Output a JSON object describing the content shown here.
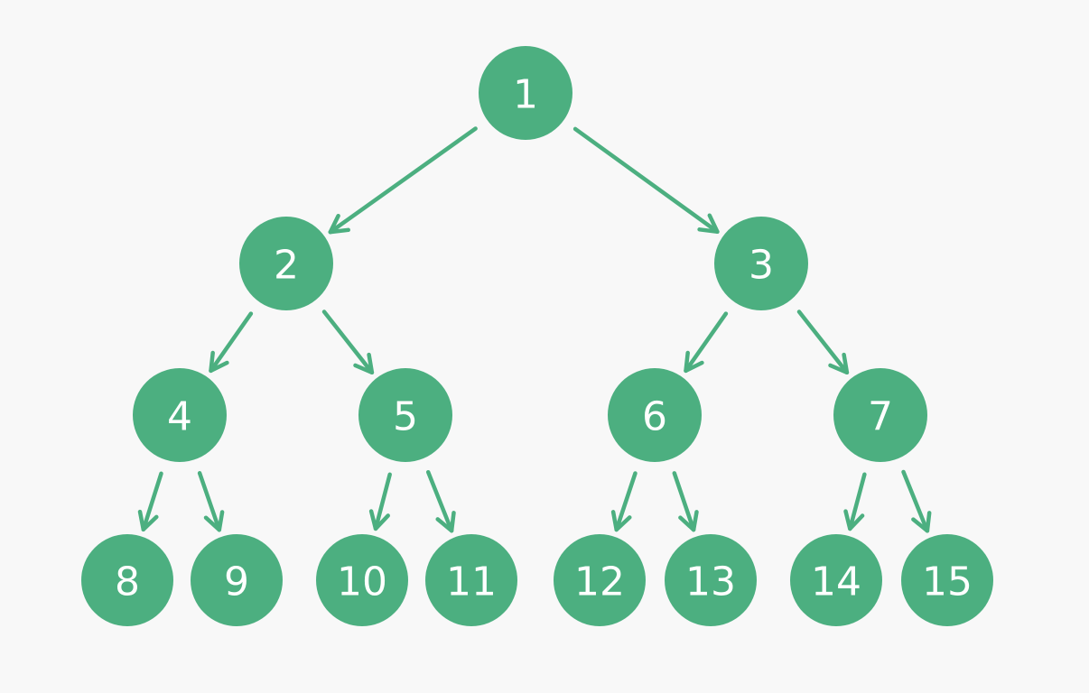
{
  "colors": {
    "background": "#f8f8f8",
    "node_fill": "#4caf80",
    "edge": "#4caf80",
    "label": "#ffffff"
  },
  "nodes": [
    {
      "id": "1",
      "label": "1"
    },
    {
      "id": "2",
      "label": "2"
    },
    {
      "id": "3",
      "label": "3"
    },
    {
      "id": "4",
      "label": "4"
    },
    {
      "id": "5",
      "label": "5"
    },
    {
      "id": "6",
      "label": "6"
    },
    {
      "id": "7",
      "label": "7"
    },
    {
      "id": "8",
      "label": "8"
    },
    {
      "id": "9",
      "label": "9"
    },
    {
      "id": "10",
      "label": "10"
    },
    {
      "id": "11",
      "label": "11"
    },
    {
      "id": "12",
      "label": "12"
    },
    {
      "id": "13",
      "label": "13"
    },
    {
      "id": "14",
      "label": "14"
    },
    {
      "id": "15",
      "label": "15"
    }
  ],
  "edges": [
    {
      "from": "1",
      "to": "2"
    },
    {
      "from": "1",
      "to": "3"
    },
    {
      "from": "2",
      "to": "4"
    },
    {
      "from": "2",
      "to": "5"
    },
    {
      "from": "3",
      "to": "6"
    },
    {
      "from": "3",
      "to": "7"
    },
    {
      "from": "4",
      "to": "8"
    },
    {
      "from": "4",
      "to": "9"
    },
    {
      "from": "5",
      "to": "10"
    },
    {
      "from": "5",
      "to": "11"
    },
    {
      "from": "6",
      "to": "12"
    },
    {
      "from": "6",
      "to": "13"
    },
    {
      "from": "7",
      "to": "14"
    },
    {
      "from": "7",
      "to": "15"
    }
  ]
}
